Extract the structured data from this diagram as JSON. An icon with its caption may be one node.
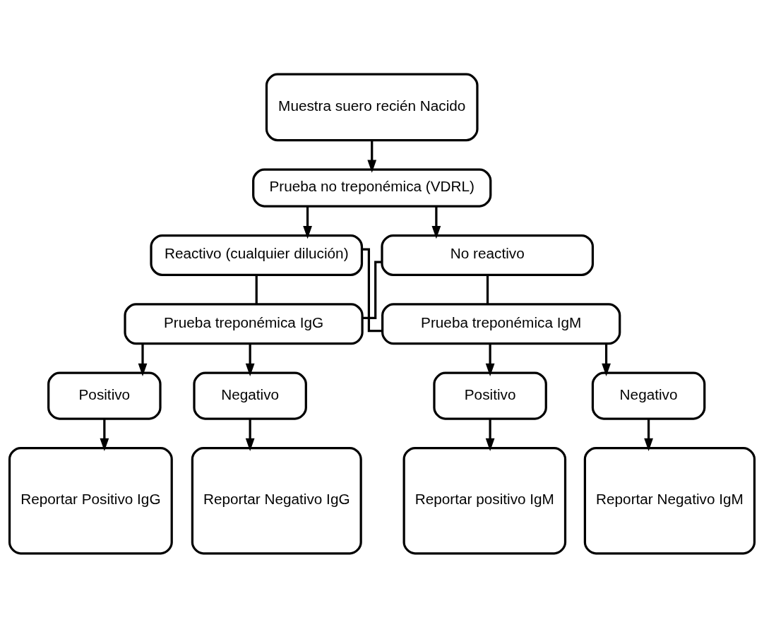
{
  "diagram": {
    "nodes": [
      {
        "text": [
          "Muestra suero recién Nacido"
        ]
      },
      {
        "text": [
          "Prueba no treponémica (VDRL)"
        ]
      },
      {
        "text": [
          "Reactivo (cualquier dilución)"
        ]
      },
      {
        "text": [
          "No reactivo"
        ]
      },
      {
        "text": [
          "Prueba treponémica IgG"
        ]
      },
      {
        "text": [
          "Prueba treponémica IgM"
        ]
      },
      {
        "text": [
          "Positivo"
        ]
      },
      {
        "text": [
          "Negativo"
        ]
      },
      {
        "text": [
          "Positivo"
        ]
      },
      {
        "text": [
          "Negativo"
        ]
      },
      {
        "text": [
          "Reportar Positivo IgG"
        ]
      },
      {
        "text": [
          "Reportar Negativo IgG"
        ]
      },
      {
        "text": [
          "Reportar positivo IgM"
        ]
      },
      {
        "text": [
          "Reportar Negativo IgM"
        ]
      }
    ],
    "edges": [
      {
        "from": 0,
        "to": 1,
        "arrow": "to"
      },
      {
        "from": 1,
        "to": 2,
        "arrow": "to"
      },
      {
        "from": 1,
        "to": 3,
        "arrow": "to"
      },
      {
        "from": 2,
        "to": 4,
        "arrow": "none"
      },
      {
        "from": 2,
        "to": 5,
        "arrow": "none"
      },
      {
        "from": 3,
        "to": 4,
        "arrow": "none"
      },
      {
        "from": 3,
        "to": 5,
        "arrow": "none"
      },
      {
        "from": 4,
        "to": 6,
        "arrow": "to"
      },
      {
        "from": 4,
        "to": 7,
        "arrow": "to"
      },
      {
        "from": 5,
        "to": 8,
        "arrow": "to"
      },
      {
        "from": 5,
        "to": 9,
        "arrow": "to"
      },
      {
        "from": 6,
        "to": 10,
        "arrow": "to"
      },
      {
        "from": 7,
        "to": 11,
        "arrow": "to"
      },
      {
        "from": 8,
        "to": 12,
        "arrow": "to"
      },
      {
        "from": 9,
        "to": 13,
        "arrow": "to"
      }
    ]
  }
}
